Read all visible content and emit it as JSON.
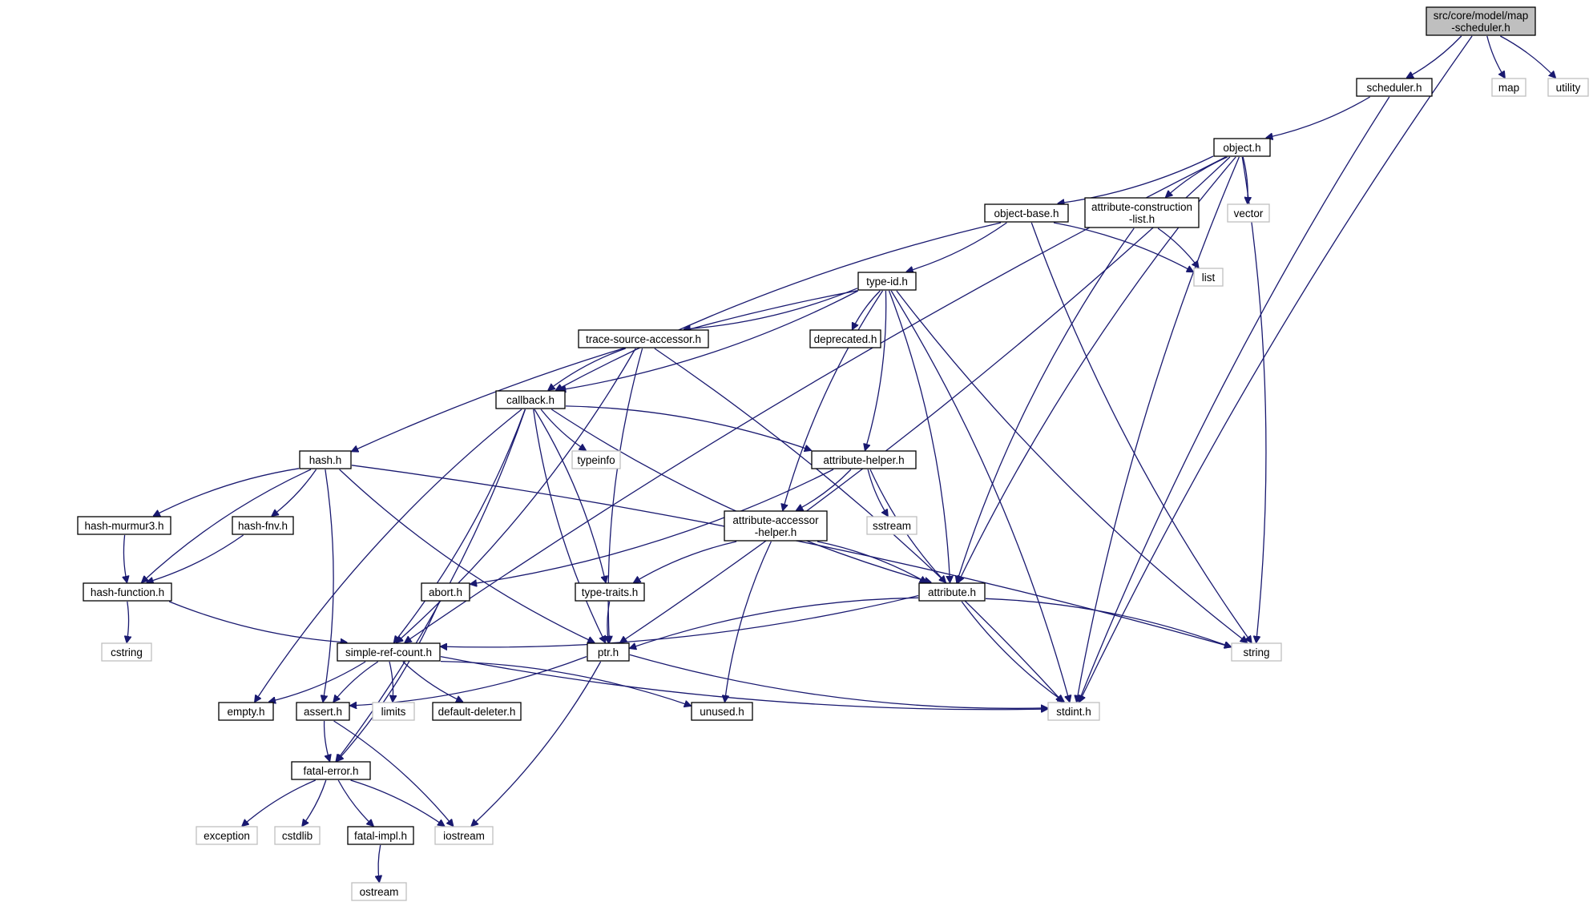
{
  "colors": {
    "edge": "#191970",
    "root_fill": "#bfbfbf",
    "node_border": "#000000",
    "external_border": "#bfbfbf"
  },
  "nodes": [
    {
      "id": "root",
      "lines": [
        "src/core/model/map",
        "-scheduler.h"
      ],
      "kind": "root"
    },
    {
      "id": "scheduler",
      "lines": [
        "scheduler.h"
      ],
      "kind": "doc"
    },
    {
      "id": "map",
      "lines": [
        "map"
      ],
      "kind": "ext"
    },
    {
      "id": "utility",
      "lines": [
        "utility"
      ],
      "kind": "ext"
    },
    {
      "id": "object",
      "lines": [
        "object.h"
      ],
      "kind": "doc"
    },
    {
      "id": "objectbase",
      "lines": [
        "object-base.h"
      ],
      "kind": "doc"
    },
    {
      "id": "attrcons",
      "lines": [
        "attribute-construction",
        "-list.h"
      ],
      "kind": "doc"
    },
    {
      "id": "vector",
      "lines": [
        "vector"
      ],
      "kind": "ext"
    },
    {
      "id": "list",
      "lines": [
        "list"
      ],
      "kind": "ext"
    },
    {
      "id": "typeid",
      "lines": [
        "type-id.h"
      ],
      "kind": "doc"
    },
    {
      "id": "tsa",
      "lines": [
        "trace-source-accessor.h"
      ],
      "kind": "doc"
    },
    {
      "id": "deprecated",
      "lines": [
        "deprecated.h"
      ],
      "kind": "doc"
    },
    {
      "id": "callback",
      "lines": [
        "callback.h"
      ],
      "kind": "doc"
    },
    {
      "id": "typeinfo",
      "lines": [
        "typeinfo"
      ],
      "kind": "ext"
    },
    {
      "id": "hash",
      "lines": [
        "hash.h"
      ],
      "kind": "doc"
    },
    {
      "id": "attrhelper",
      "lines": [
        "attribute-helper.h"
      ],
      "kind": "doc"
    },
    {
      "id": "sstream",
      "lines": [
        "sstream"
      ],
      "kind": "ext"
    },
    {
      "id": "murmur",
      "lines": [
        "hash-murmur3.h"
      ],
      "kind": "doc"
    },
    {
      "id": "fnv",
      "lines": [
        "hash-fnv.h"
      ],
      "kind": "doc"
    },
    {
      "id": "accessor",
      "lines": [
        "attribute-accessor",
        "-helper.h"
      ],
      "kind": "doc"
    },
    {
      "id": "hashfunc",
      "lines": [
        "hash-function.h"
      ],
      "kind": "doc"
    },
    {
      "id": "abort",
      "lines": [
        "abort.h"
      ],
      "kind": "doc"
    },
    {
      "id": "typetraits",
      "lines": [
        "type-traits.h"
      ],
      "kind": "doc"
    },
    {
      "id": "attribute",
      "lines": [
        "attribute.h"
      ],
      "kind": "doc"
    },
    {
      "id": "cstring",
      "lines": [
        "cstring"
      ],
      "kind": "ext"
    },
    {
      "id": "simpleref",
      "lines": [
        "simple-ref-count.h"
      ],
      "kind": "doc"
    },
    {
      "id": "ptr",
      "lines": [
        "ptr.h"
      ],
      "kind": "doc"
    },
    {
      "id": "string",
      "lines": [
        "string"
      ],
      "kind": "ext"
    },
    {
      "id": "empty",
      "lines": [
        "empty.h"
      ],
      "kind": "doc"
    },
    {
      "id": "assert",
      "lines": [
        "assert.h"
      ],
      "kind": "doc"
    },
    {
      "id": "limits",
      "lines": [
        "limits"
      ],
      "kind": "ext"
    },
    {
      "id": "defdel",
      "lines": [
        "default-deleter.h"
      ],
      "kind": "doc"
    },
    {
      "id": "unused",
      "lines": [
        "unused.h"
      ],
      "kind": "doc"
    },
    {
      "id": "stdint",
      "lines": [
        "stdint.h"
      ],
      "kind": "ext"
    },
    {
      "id": "fatalerror",
      "lines": [
        "fatal-error.h"
      ],
      "kind": "doc"
    },
    {
      "id": "exception",
      "lines": [
        "exception"
      ],
      "kind": "ext"
    },
    {
      "id": "cstdlib",
      "lines": [
        "cstdlib"
      ],
      "kind": "ext"
    },
    {
      "id": "fatalimpl",
      "lines": [
        "fatal-impl.h"
      ],
      "kind": "doc"
    },
    {
      "id": "iostream",
      "lines": [
        "iostream"
      ],
      "kind": "ext"
    },
    {
      "id": "ostream",
      "lines": [
        "ostream"
      ],
      "kind": "ext"
    }
  ],
  "edges": [
    [
      "root",
      "scheduler"
    ],
    [
      "root",
      "map"
    ],
    [
      "root",
      "utility"
    ],
    [
      "root",
      "stdint"
    ],
    [
      "scheduler",
      "object"
    ],
    [
      "scheduler",
      "stdint"
    ],
    [
      "object",
      "objectbase"
    ],
    [
      "object",
      "attrcons"
    ],
    [
      "object",
      "vector"
    ],
    [
      "object",
      "simpleref"
    ],
    [
      "object",
      "ptr"
    ],
    [
      "object",
      "attribute"
    ],
    [
      "object",
      "string"
    ],
    [
      "object",
      "stdint"
    ],
    [
      "objectbase",
      "typeid"
    ],
    [
      "objectbase",
      "callback"
    ],
    [
      "objectbase",
      "list"
    ],
    [
      "objectbase",
      "string"
    ],
    [
      "attrcons",
      "list"
    ],
    [
      "attrcons",
      "attribute"
    ],
    [
      "typeid",
      "tsa"
    ],
    [
      "typeid",
      "deprecated"
    ],
    [
      "typeid",
      "callback"
    ],
    [
      "typeid",
      "hash"
    ],
    [
      "typeid",
      "attrhelper"
    ],
    [
      "typeid",
      "accessor"
    ],
    [
      "typeid",
      "attribute"
    ],
    [
      "typeid",
      "string"
    ],
    [
      "typeid",
      "stdint"
    ],
    [
      "tsa",
      "callback"
    ],
    [
      "tsa",
      "simpleref"
    ],
    [
      "tsa",
      "ptr"
    ],
    [
      "tsa",
      "stdint"
    ],
    [
      "callback",
      "typeinfo"
    ],
    [
      "callback",
      "attrhelper"
    ],
    [
      "callback",
      "attribute"
    ],
    [
      "callback",
      "typetraits"
    ],
    [
      "callback",
      "ptr"
    ],
    [
      "callback",
      "simpleref"
    ],
    [
      "callback",
      "empty"
    ],
    [
      "callback",
      "fatalerror"
    ],
    [
      "hash",
      "murmur"
    ],
    [
      "hash",
      "fnv"
    ],
    [
      "hash",
      "hashfunc"
    ],
    [
      "hash",
      "assert"
    ],
    [
      "hash",
      "ptr"
    ],
    [
      "hash",
      "string"
    ],
    [
      "attrhelper",
      "sstream"
    ],
    [
      "attrhelper",
      "accessor"
    ],
    [
      "attrhelper",
      "attribute"
    ],
    [
      "attrhelper",
      "abort"
    ],
    [
      "murmur",
      "hashfunc"
    ],
    [
      "fnv",
      "hashfunc"
    ],
    [
      "accessor",
      "typetraits"
    ],
    [
      "accessor",
      "attribute"
    ],
    [
      "accessor",
      "unused"
    ],
    [
      "hashfunc",
      "cstring"
    ],
    [
      "hashfunc",
      "simpleref"
    ],
    [
      "abort",
      "fatalerror"
    ],
    [
      "typetraits",
      "ptr"
    ],
    [
      "attribute",
      "simpleref"
    ],
    [
      "attribute",
      "ptr"
    ],
    [
      "attribute",
      "string"
    ],
    [
      "attribute",
      "stdint"
    ],
    [
      "simpleref",
      "empty"
    ],
    [
      "simpleref",
      "assert"
    ],
    [
      "simpleref",
      "limits"
    ],
    [
      "simpleref",
      "defdel"
    ],
    [
      "simpleref",
      "unused"
    ],
    [
      "simpleref",
      "stdint"
    ],
    [
      "ptr",
      "assert"
    ],
    [
      "ptr",
      "stdint"
    ],
    [
      "ptr",
      "iostream"
    ],
    [
      "assert",
      "fatalerror"
    ],
    [
      "assert",
      "iostream"
    ],
    [
      "fatalerror",
      "exception"
    ],
    [
      "fatalerror",
      "cstdlib"
    ],
    [
      "fatalerror",
      "fatalimpl"
    ],
    [
      "fatalerror",
      "iostream"
    ],
    [
      "fatalimpl",
      "ostream"
    ]
  ]
}
